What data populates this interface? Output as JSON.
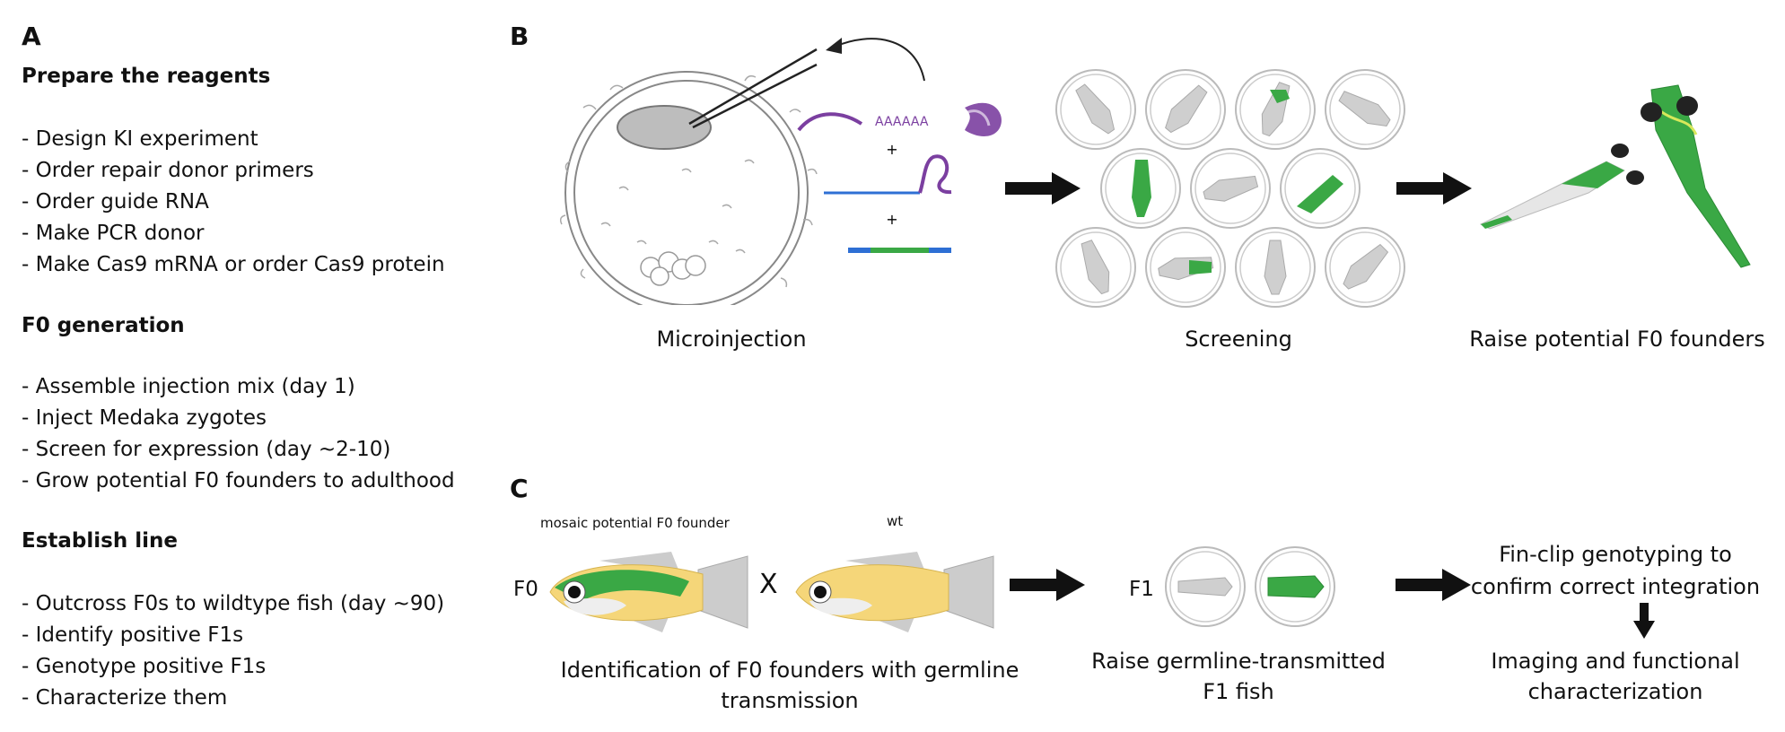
{
  "panelA": {
    "letter": "A",
    "sections": [
      {
        "title": "Prepare the reagents",
        "items": [
          "- Design KI experiment",
          "- Order repair donor primers",
          "- Order guide RNA",
          "- Make PCR donor",
          "- Make Cas9 mRNA or order Cas9 protein"
        ]
      },
      {
        "title": "F0 generation",
        "items": [
          "- Assemble injection mix (day 1)",
          "- Inject Medaka zygotes",
          "- Screen for expression (day ~2-10)",
          "- Grow potential F0 founders to adulthood"
        ]
      },
      {
        "title": "Establish line",
        "items": [
          "- Outcross F0s to wildtype fish (day ~90)",
          "- Identify positive F1s",
          "- Genotype positive F1s",
          "- Characterize them"
        ]
      }
    ]
  },
  "panelB": {
    "letter": "B",
    "polyA": "AAAAAA",
    "plus1": "+",
    "plus2": "+",
    "captions": {
      "microinjection": "Microinjection",
      "screening": "Screening",
      "raise": "Raise potential  F0 founders"
    }
  },
  "panelC": {
    "letter": "C",
    "mosaic_label": "mosaic potential F0 founder",
    "wt_label": "wt",
    "f0_label": "F0",
    "cross": "X",
    "f1_label": "F1",
    "caption_identification_1": "Identification of F0 founders with germline",
    "caption_identification_2": "transmission",
    "caption_raise_1": "Raise germline-transmitted",
    "caption_raise_2": "F1 fish",
    "caption_finclip_1": "Fin-clip genotyping to",
    "caption_finclip_2": "confirm correct integration",
    "caption_imaging_1": "Imaging and functional",
    "caption_imaging_2": "characterization"
  },
  "colors": {
    "green": "#3aa845",
    "purple": "#7b3fa0",
    "yellow": "#f5d679",
    "blue": "#2e6fd4",
    "grey": "#bdbdbd"
  }
}
